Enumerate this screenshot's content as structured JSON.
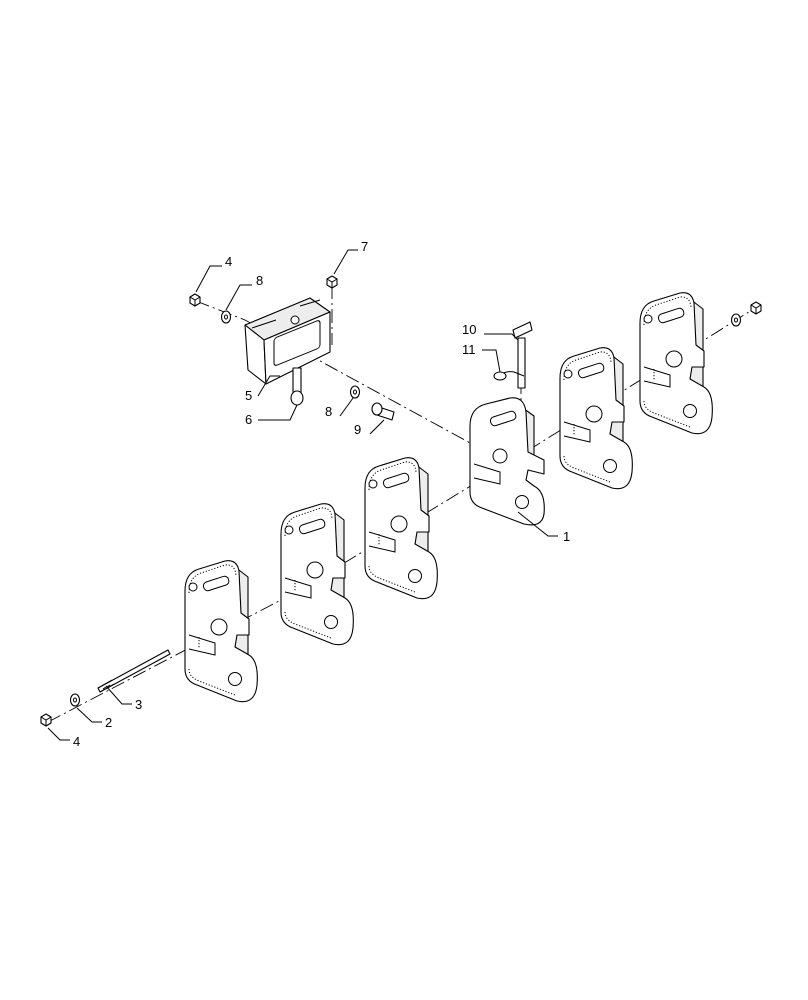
{
  "callouts": {
    "c1": "1",
    "c2": "2",
    "c3": "3",
    "c4_top": "4",
    "c4_bottom": "4",
    "c5": "5",
    "c6": "6",
    "c7": "7",
    "c8_top": "8",
    "c8_mid": "8",
    "c9": "9",
    "c10": "10",
    "c11": "11"
  }
}
